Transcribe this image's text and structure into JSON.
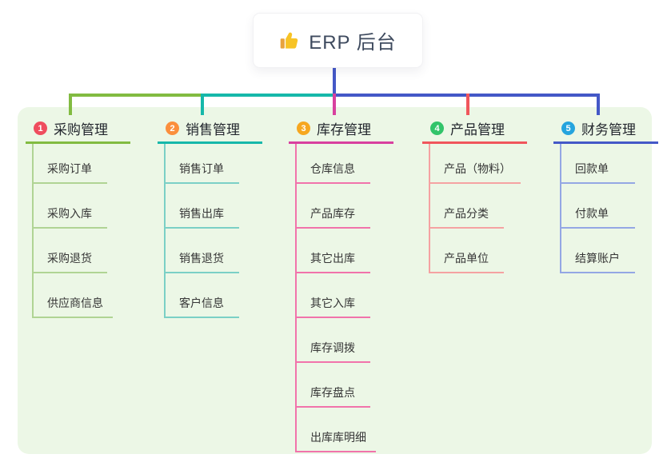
{
  "root": {
    "title": "ERP 后台",
    "icon": "thumbs-up",
    "text_color": "#3e4a5e",
    "card_bg": "#ffffff"
  },
  "theme": {
    "panel_bg": "#ecf7e6",
    "root_connector_color": "#4458c7",
    "child_text_color": "#363636",
    "header_text_color": "#23272e"
  },
  "branches": [
    {
      "index": "1",
      "label": "采购管理",
      "badge_color": "#ef4d5e",
      "line_color": "#82bb41",
      "child_line_color": "#b0d494",
      "children": [
        "采购订单",
        "采购入库",
        "采购退货",
        "供应商信息"
      ]
    },
    {
      "index": "2",
      "label": "销售管理",
      "badge_color": "#fb8f3d",
      "line_color": "#16b8aa",
      "child_line_color": "#7bd0c6",
      "children": [
        "销售订单",
        "销售出库",
        "销售退货",
        "客户信息"
      ]
    },
    {
      "index": "3",
      "label": "库存管理",
      "badge_color": "#f6a71f",
      "line_color": "#d8409f",
      "child_line_color": "#f173ab",
      "children": [
        "仓库信息",
        "产品库存",
        "其它出库",
        "其它入库",
        "库存调拨",
        "库存盘点",
        "出库库明细"
      ]
    },
    {
      "index": "4",
      "label": "产品管理",
      "badge_color": "#32c46a",
      "line_color": "#f0565c",
      "child_line_color": "#f5a2a2",
      "children": [
        "产品（物料）",
        "产品分类",
        "产品单位"
      ]
    },
    {
      "index": "5",
      "label": "财务管理",
      "badge_color": "#25a4de",
      "line_color": "#4458c7",
      "child_line_color": "#94a7e4",
      "children": [
        "回款单",
        "付款单",
        "结算账户"
      ]
    }
  ]
}
